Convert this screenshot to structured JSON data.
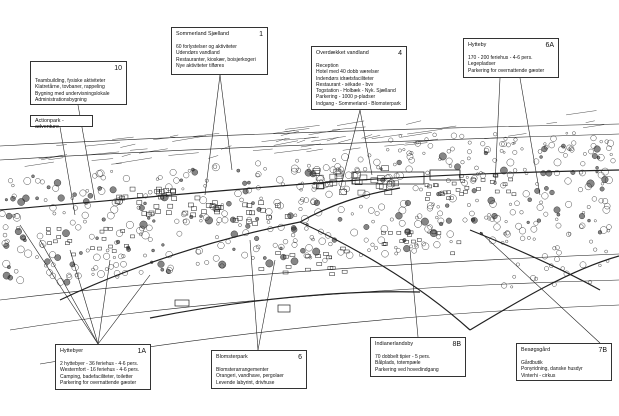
{
  "colors": {
    "ink": "#222222",
    "paper": "#ffffff",
    "border": "#333333"
  },
  "callouts": [
    {
      "id": "sommerland",
      "title": "Sommerland Sjælland",
      "number": "1",
      "lines": [
        "60 forlystelser og aktiviteter",
        "Udendørs vandland",
        "Restauranter, kioskær, boisjerkogeri",
        "Nye aktiviteter tilføres"
      ]
    },
    {
      "id": "actionpark-10",
      "title": "",
      "number": "10",
      "lines": [
        "Teambuilding, fysiske aktiviteter",
        "Klatretårne, tovbaner, rappeling",
        "Bygning med undervisningslokale",
        "Administrationsbygning"
      ]
    },
    {
      "id": "actionpark-label",
      "title": "Actionpark - adventure",
      "number": "",
      "lines": []
    },
    {
      "id": "overdaekket",
      "title": "Overdækket vandland",
      "number": "4",
      "lines": [
        "Reception",
        "Hotel med 40 dobb værelser",
        "Indendørs idrætsfaciliteter",
        "Restaurant - sékade - bvv",
        "Togstation - Holbæk - Nyk. Sjælland",
        "Parkering - 1000 p-pladser",
        "Indgang - Sommerland - Blomsterpark"
      ]
    },
    {
      "id": "hytteby-6a",
      "title": "Hytteby",
      "number": "6A",
      "lines": [
        "170 - 200 feriehus - 4-6 pers.",
        "Legepladser",
        "Parkering for overnattende gæster"
      ]
    },
    {
      "id": "hyttebyer-1a",
      "title": "Hyttebyer",
      "number": "1A",
      "lines": [
        "2 hyttebyer - 36 feriehus - 4-6 pers.",
        "Westernfort - 16 feriehus - 4-6 pers.",
        "Camping, badefaciliteter, toiletter",
        "Parkering for overnattende gæster"
      ]
    },
    {
      "id": "blomsterpark",
      "title": "Blomsterpark",
      "number": "6",
      "lines": [
        "Blomsterarrangementer",
        "Orangeri, vandhave, pergolaer",
        "Levende labyrint, drivhuse"
      ]
    },
    {
      "id": "indianerlandsby",
      "title": "Indianerlandsby",
      "number": "8B",
      "lines": [
        "70 dobbelt tipier - 5 pers.",
        "Bålplads, totempæle",
        "Parkering ved hovedindgang"
      ]
    },
    {
      "id": "besoegsgaard",
      "title": "Besøgsgård",
      "number": "7B",
      "lines": [
        "Gårdbutik",
        "Ponyridning, danske husdyr",
        "Vinterhi - cirkus"
      ]
    }
  ]
}
